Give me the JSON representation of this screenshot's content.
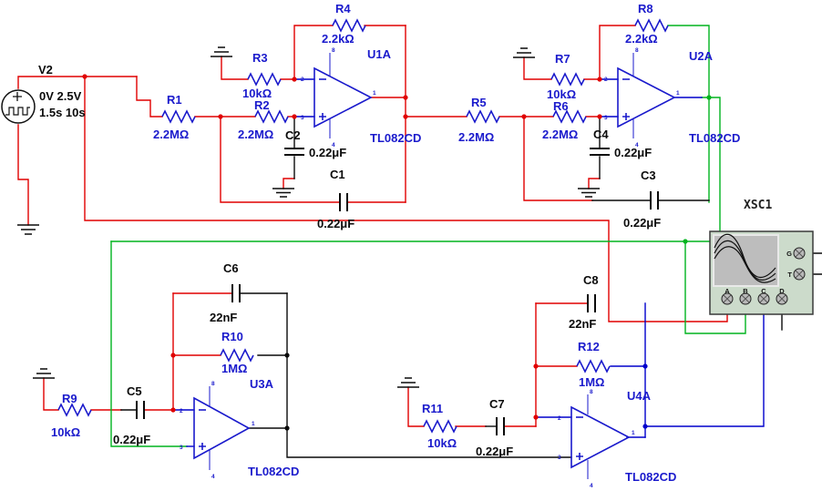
{
  "schematic": {
    "source": {
      "ref": "V2",
      "line1": "0V 2.5V",
      "line2": "1.5s 10s"
    },
    "resistors": [
      {
        "ref": "R1",
        "value": "2.2MΩ"
      },
      {
        "ref": "R2",
        "value": "2.2MΩ"
      },
      {
        "ref": "R3",
        "value": "10kΩ"
      },
      {
        "ref": "R4",
        "value": "2.2kΩ"
      },
      {
        "ref": "R5",
        "value": "2.2MΩ"
      },
      {
        "ref": "R6",
        "value": "2.2MΩ"
      },
      {
        "ref": "R7",
        "value": "10kΩ"
      },
      {
        "ref": "R8",
        "value": "2.2kΩ"
      },
      {
        "ref": "R9",
        "value": "10kΩ"
      },
      {
        "ref": "R10",
        "value": "1MΩ"
      },
      {
        "ref": "R11",
        "value": "10kΩ"
      },
      {
        "ref": "R12",
        "value": "1MΩ"
      }
    ],
    "capacitors": [
      {
        "ref": "C1",
        "value": "0.22μF"
      },
      {
        "ref": "C2",
        "value": "0.22μF"
      },
      {
        "ref": "C3",
        "value": "0.22μF"
      },
      {
        "ref": "C4",
        "value": "0.22μF"
      },
      {
        "ref": "C5",
        "value": "0.22μF"
      },
      {
        "ref": "C6",
        "value": "22nF"
      },
      {
        "ref": "C7",
        "value": "0.22μF"
      },
      {
        "ref": "C8",
        "value": "22nF"
      }
    ],
    "opamps": [
      {
        "ref": "U1A",
        "part": "TL082CD",
        "pin_inv": "2",
        "pin_non": "3",
        "pin_out": "1",
        "pin_vp": "8",
        "pin_vm": "4"
      },
      {
        "ref": "U2A",
        "part": "TL082CD",
        "pin_inv": "2",
        "pin_non": "3",
        "pin_out": "1",
        "pin_vp": "8",
        "pin_vm": "4"
      },
      {
        "ref": "U3A",
        "part": "TL082CD",
        "pin_inv": "2",
        "pin_non": "3",
        "pin_out": "1",
        "pin_vp": "8",
        "pin_vm": "4"
      },
      {
        "ref": "U4A",
        "part": "TL082CD",
        "pin_inv": "2",
        "pin_non": "3",
        "pin_out": "1",
        "pin_vp": "8",
        "pin_vm": "4"
      }
    ],
    "oscilloscope": {
      "ref": "XSC1",
      "channels": [
        "A",
        "B",
        "C",
        "D"
      ],
      "side": [
        "G",
        "T"
      ]
    },
    "colors": {
      "wire_red": "#e00000",
      "wire_green": "#00b41e",
      "wire_blue": "#0000cc",
      "wire_black": "#0a0a0a",
      "component_blue": "#1a1acc",
      "scope_body": "#ccdbcb",
      "scope_screen": "#bdbdbd"
    }
  }
}
